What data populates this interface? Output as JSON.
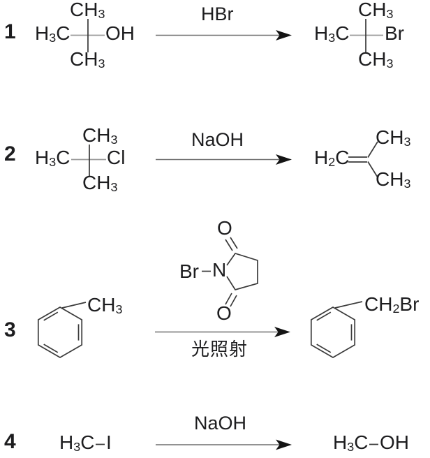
{
  "colors": {
    "text": "#1d1d1f",
    "bond_dark": "#3a3a3a",
    "bond_light": "#9a9a9a",
    "arrow_shaft": "#6f6f6f",
    "arrow_head": "#141414"
  },
  "reactions": [
    {
      "number": "1",
      "conditions": {
        "above": "HBr"
      },
      "reactant": {
        "left_group": {
          "main": "H",
          "sub": "3",
          "tail": "C"
        },
        "top_group": {
          "main": "CH",
          "sub": "3"
        },
        "bottom_group": {
          "main": "CH",
          "sub": "3"
        },
        "right_group": "OH"
      },
      "product": {
        "left_group": {
          "main": "H",
          "sub": "3",
          "tail": "C"
        },
        "top_group": {
          "main": "CH",
          "sub": "3"
        },
        "bottom_group": {
          "main": "CH",
          "sub": "3"
        },
        "right_group": "Br"
      }
    },
    {
      "number": "2",
      "conditions": {
        "above": "NaOH"
      },
      "reactant": {
        "left_group": {
          "main": "H",
          "sub": "3",
          "tail": "C"
        },
        "top_group": {
          "main": "CH",
          "sub": "3"
        },
        "bottom_group": {
          "main": "CH",
          "sub": "3"
        },
        "right_group": "Cl"
      },
      "product": {
        "left_group": {
          "main": "H",
          "sub": "2",
          "tail": "C"
        },
        "top_group": {
          "main": "CH",
          "sub": "3"
        },
        "bottom_group": {
          "main": "CH",
          "sub": "3"
        }
      }
    },
    {
      "number": "3",
      "conditions": {
        "below": "光照射"
      },
      "nbs_reagent": {
        "br": "Br",
        "n": "N",
        "o_top": "O",
        "o_bottom": "O"
      },
      "reactant": {
        "substituent": {
          "main": "CH",
          "sub": "3"
        }
      },
      "product": {
        "substituent": {
          "main": "CH",
          "sub": "2",
          "tail": "Br"
        }
      }
    },
    {
      "number": "4",
      "conditions": {
        "above": "NaOH"
      },
      "reactant": {
        "left_group": {
          "main": "H",
          "sub": "3",
          "tail": "C"
        },
        "right_group": "I"
      },
      "product": {
        "left_group": {
          "main": "H",
          "sub": "3",
          "tail": "C"
        },
        "right_group": "OH"
      }
    }
  ]
}
